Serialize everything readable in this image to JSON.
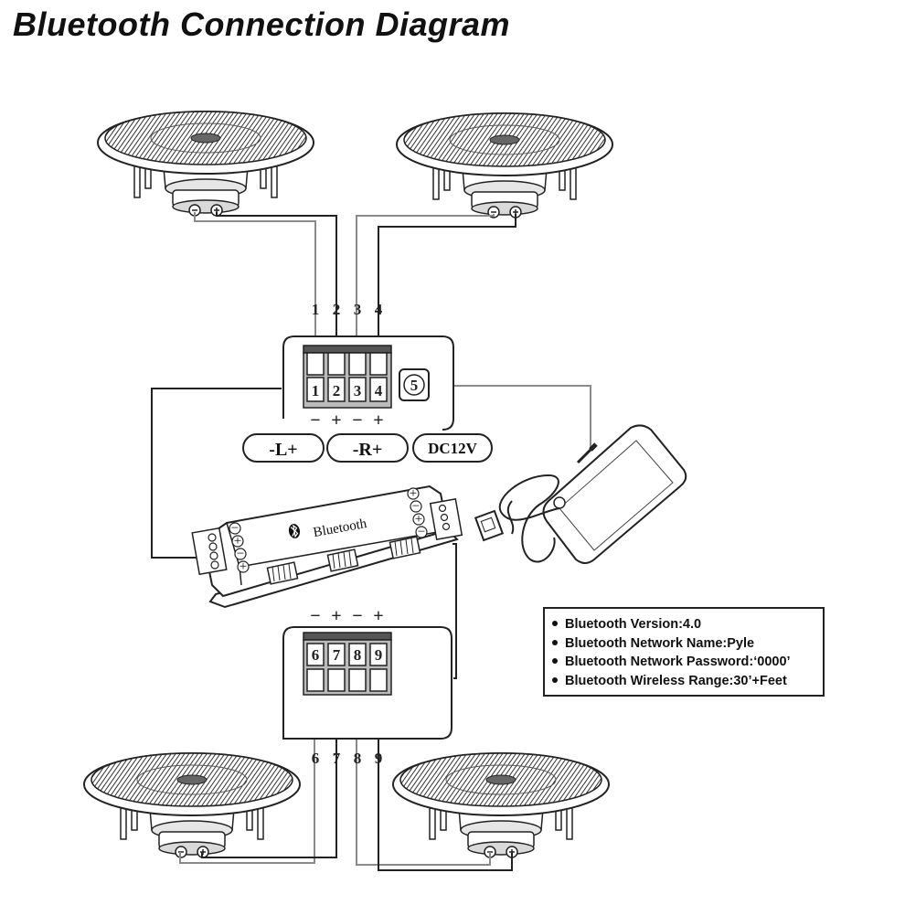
{
  "title": "Bluetooth Connection Diagram",
  "terminals": {
    "top_labels": [
      "1",
      "2",
      "3",
      "4"
    ],
    "top_block": [
      "1",
      "2",
      "3",
      "4"
    ],
    "power_port": "5",
    "bottom_block": [
      "6",
      "7",
      "8",
      "9"
    ],
    "bottom_labels": [
      "6",
      "7",
      "8",
      "9"
    ],
    "polarity_top": [
      "−",
      "+",
      "−",
      "+"
    ],
    "polarity_bottom": [
      "−",
      "+",
      "−",
      "+"
    ]
  },
  "pills": {
    "left": "-L+",
    "right": "-R+",
    "power": "DC12V"
  },
  "module": {
    "logo_text": "Bluetooth",
    "left_polarity": [
      "−",
      "+",
      "−",
      "+"
    ],
    "right_polarity": [
      "+",
      "−",
      "+",
      "−"
    ]
  },
  "info": {
    "items": [
      "Bluetooth Version:4.0",
      "Bluetooth Network Name:Pyle",
      "Bluetooth Network Password:‘0000’",
      "Bluetooth Wireless Range:30’+Feet"
    ]
  },
  "colors": {
    "line": "#222222",
    "wire_gray": "#8a8a8a",
    "background": "#ffffff"
  },
  "icons": [
    "speaker-icon",
    "bluetooth-icon",
    "power-adapter-icon"
  ]
}
